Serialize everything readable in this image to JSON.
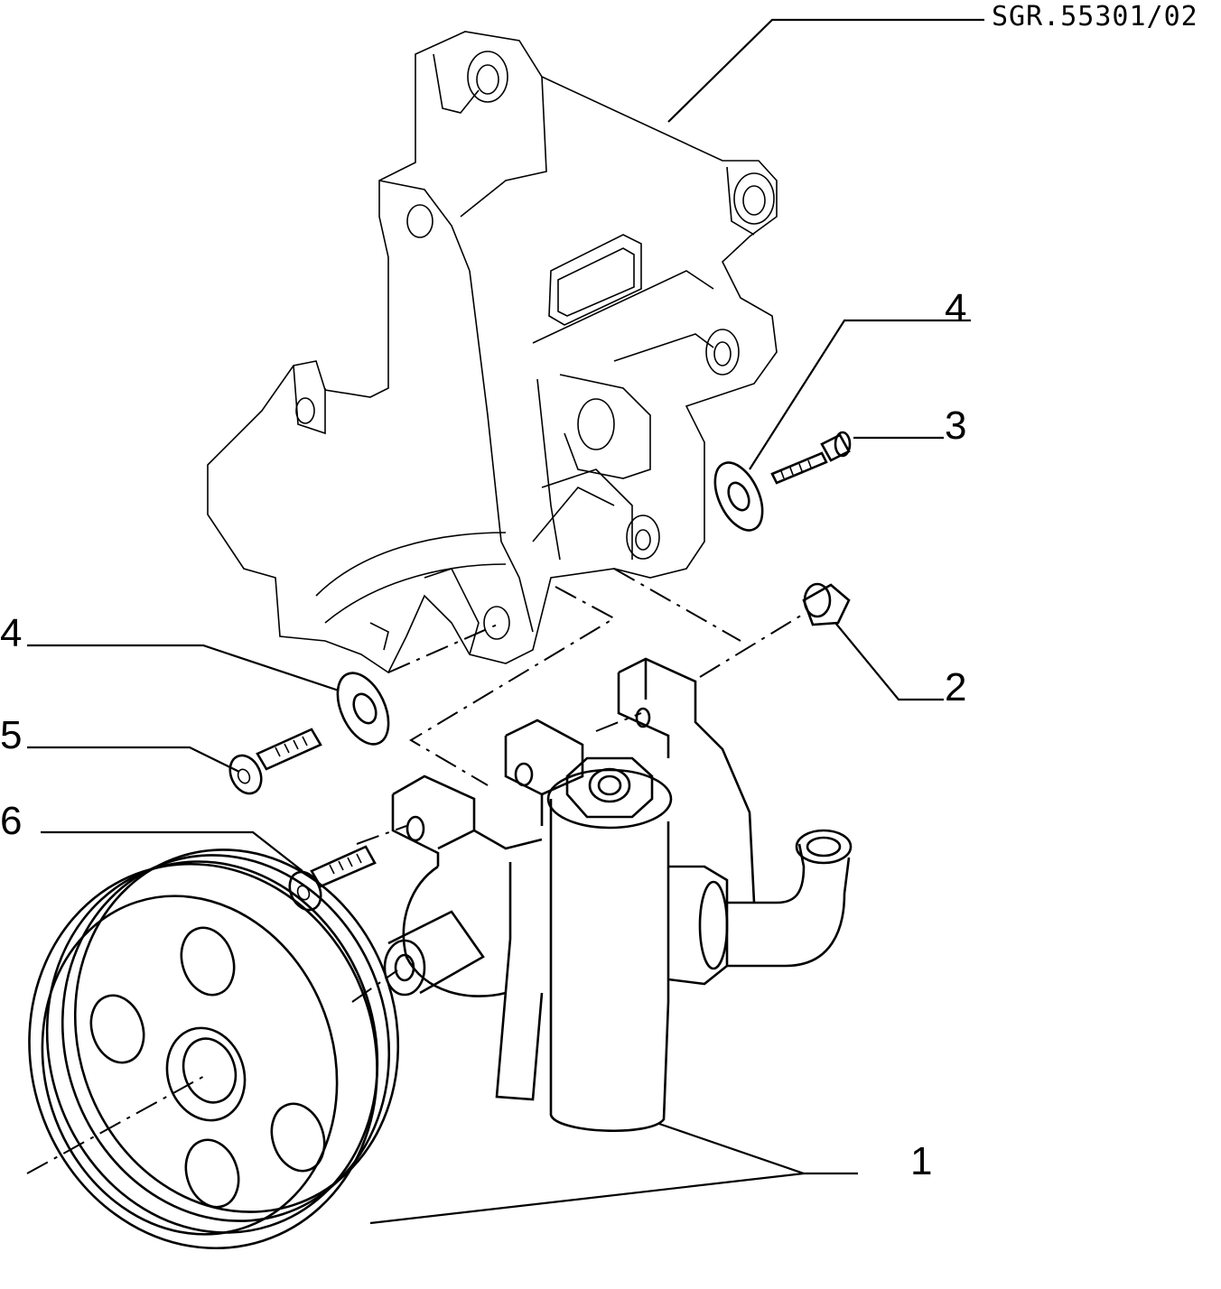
{
  "drawing": {
    "reference_code": "SGR.55301/02",
    "callouts": [
      {
        "id": "c4-top",
        "label": "4"
      },
      {
        "id": "c3",
        "label": "3"
      },
      {
        "id": "c2",
        "label": "2"
      },
      {
        "id": "c4-left",
        "label": "4"
      },
      {
        "id": "c5",
        "label": "5"
      },
      {
        "id": "c6",
        "label": "6"
      },
      {
        "id": "c1",
        "label": "1"
      }
    ],
    "line_color": "#000000",
    "background": "#ffffff"
  }
}
